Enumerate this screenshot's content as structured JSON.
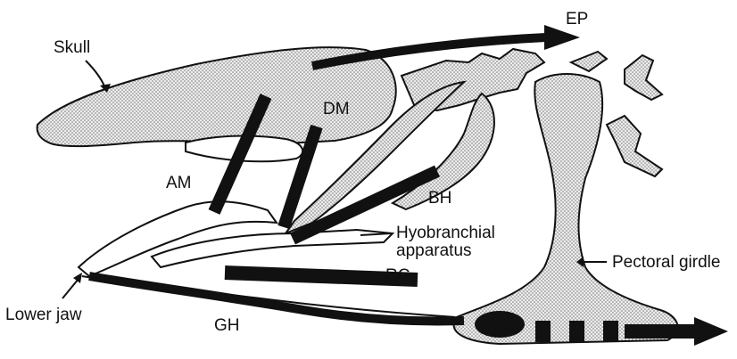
{
  "figure": {
    "colors": {
      "ink": "#111111",
      "bone_fill": "#d2d2d2",
      "background": "#ffffff"
    },
    "labels": {
      "skull": "Skull",
      "ep": "EP",
      "dm": "DM",
      "am": "AM",
      "bh": "BH",
      "hyobranchial_line1": "Hyobranchial",
      "hyobranchial_line2": "apparatus",
      "rc": "RC",
      "pectoral_girdle": "Pectoral girdle",
      "lower_jaw": "Lower jaw",
      "gh": "GH"
    }
  }
}
